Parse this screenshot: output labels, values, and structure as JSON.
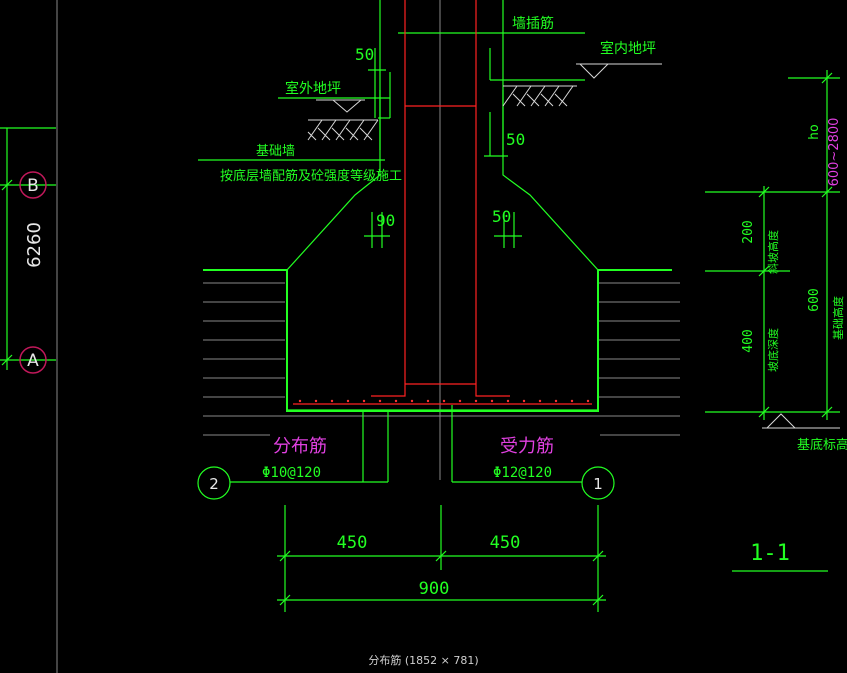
{
  "image_caption": "分布筋 (1852 × 781)",
  "left_strip": {
    "dimension": "6260",
    "axis_top": "B",
    "axis_bottom": "A"
  },
  "labels": {
    "wall_rebar": "墙插筋",
    "indoor_floor": "室内地坪",
    "outdoor_floor": "室外地坪",
    "foundation_wall": "基础墙",
    "construction_note": "按底层墙配筋及砼强度等级施工",
    "dim_50_top": "50",
    "dim_50_right": "50",
    "dim_90": "90",
    "dim_50_lower": "50",
    "distribution_bar": "分布筋",
    "main_bar": "受力筋",
    "callout_2_num": "2",
    "callout_2_spec": "Φ10@120",
    "callout_1_num": "1",
    "callout_1_spec": "Φ12@120",
    "dim_450_left": "450",
    "dim_450_right": "450",
    "dim_900": "900",
    "section_mark": "1-1",
    "dim_ho": "ho",
    "dim_range": "600~2800",
    "dim_200": "200",
    "dim_400": "400",
    "dim_600": "600",
    "slope_height": "斜坡高度",
    "base_height": "基础高度",
    "bottom_depth": "坡底深度",
    "base_elevation": "基底标高"
  }
}
